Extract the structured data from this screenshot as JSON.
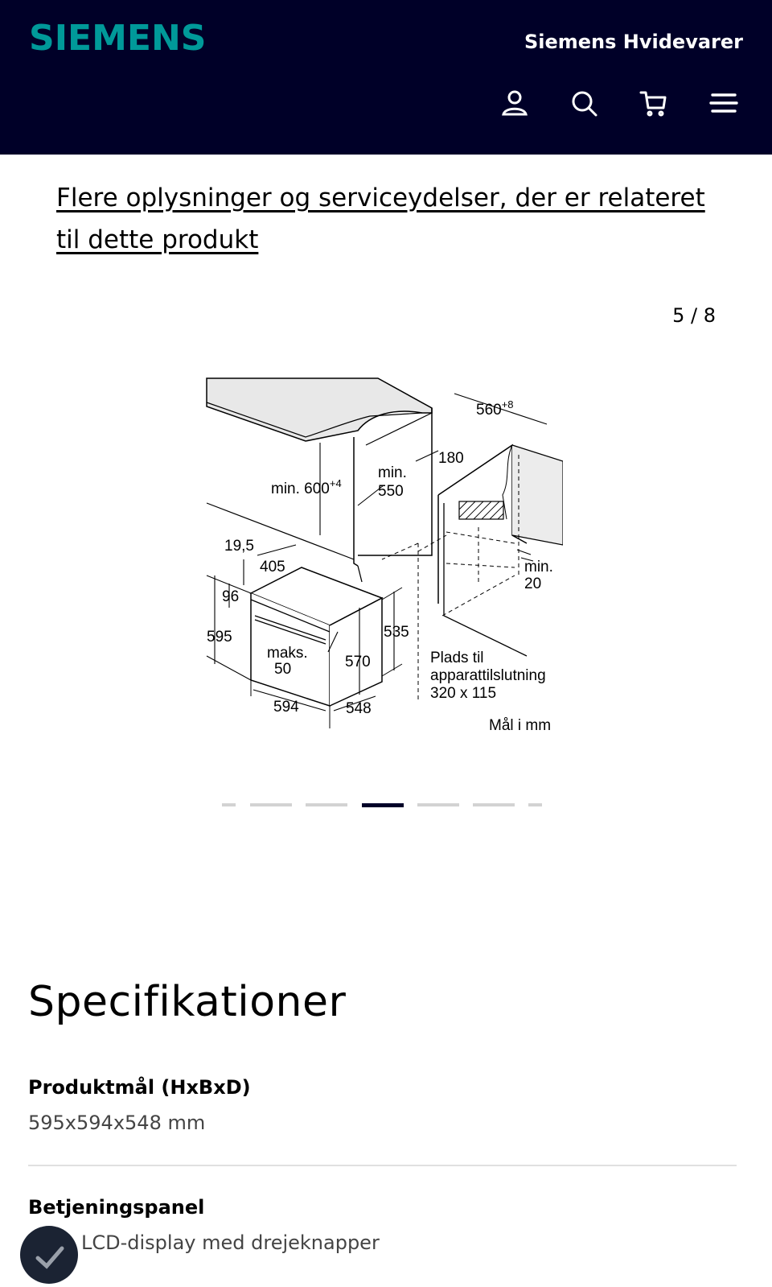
{
  "header": {
    "logo": "SIEMENS",
    "store_name": "Siemens Hvidevarer",
    "icons": [
      "user-icon",
      "search-icon",
      "cart-icon",
      "menu-icon"
    ],
    "background": "#000028",
    "logo_color": "#009999"
  },
  "related": {
    "link_text": "Flere oplysninger og serviceydelser, der er relateret til dette produkt"
  },
  "gallery": {
    "counter": "5 / 8",
    "current": 5,
    "total": 8,
    "diagram_labels": {
      "width_top": "560",
      "width_top_tol": "+8",
      "depth_gap": "180",
      "min_height": "min. 600",
      "min_height_tol": "+4",
      "min_550_a": "min.",
      "min_550_b": "550",
      "d19": "19,5",
      "d405": "405",
      "d96": "96",
      "d595": "595",
      "maks_a": "maks.",
      "maks_b": "50",
      "d570": "570",
      "d535": "535",
      "d594": "594",
      "d548": "548",
      "min20_a": "min.",
      "min20_b": "20",
      "plads_1": "Plads til",
      "plads_2": "apparattilslutning",
      "plads_3": "320 x 115",
      "unit": "Mål i mm"
    }
  },
  "specs": {
    "title": "Specifikationer",
    "items": [
      {
        "label": "Produktmål (HxBxD)",
        "value": "595x594x548 mm"
      },
      {
        "label": "Betjeningspanel",
        "value": "LCD-display med drejeknapper"
      }
    ]
  }
}
